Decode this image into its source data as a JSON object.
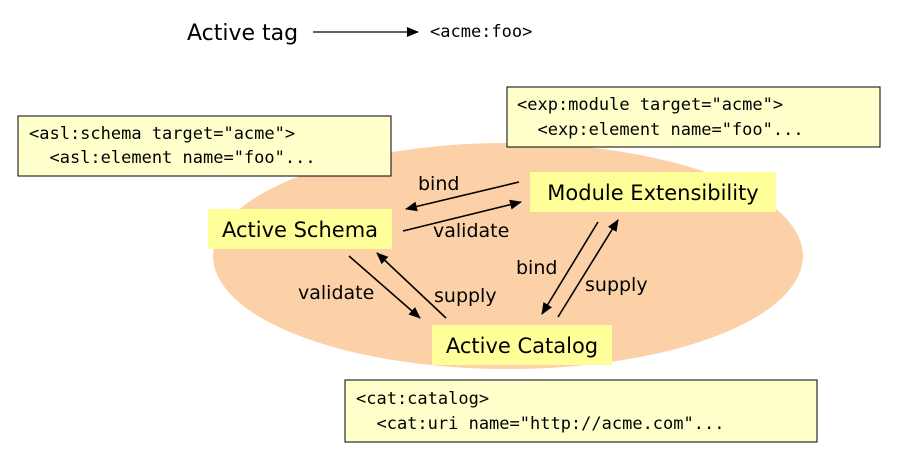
{
  "header": {
    "active_tag_label": "Active tag",
    "active_tag_example": "<acme:foo>"
  },
  "nodes": {
    "active_schema": "Active Schema",
    "module_extensibility": "Module Extensibility",
    "active_catalog": "Active Catalog"
  },
  "edges": {
    "schema_module_bind": "bind",
    "schema_module_validate": "validate",
    "schema_catalog_validate": "validate",
    "schema_catalog_supply": "supply",
    "module_catalog_bind": "bind",
    "module_catalog_supply": "supply"
  },
  "code_boxes": {
    "asl": [
      "<asl:schema target=\"acme\">",
      "  <asl:element name=\"foo\"..."
    ],
    "exp": [
      "<exp:module target=\"acme\">",
      "  <exp:element name=\"foo\"..."
    ],
    "cat": [
      "<cat:catalog>",
      "  <cat:uri name=\"http://acme.com\"..."
    ]
  },
  "colors": {
    "ellipse_fill": "#FDD1A8",
    "box_fill": "#FFFFCC",
    "label_fill": "#FFFF99",
    "stroke": "#000000"
  }
}
